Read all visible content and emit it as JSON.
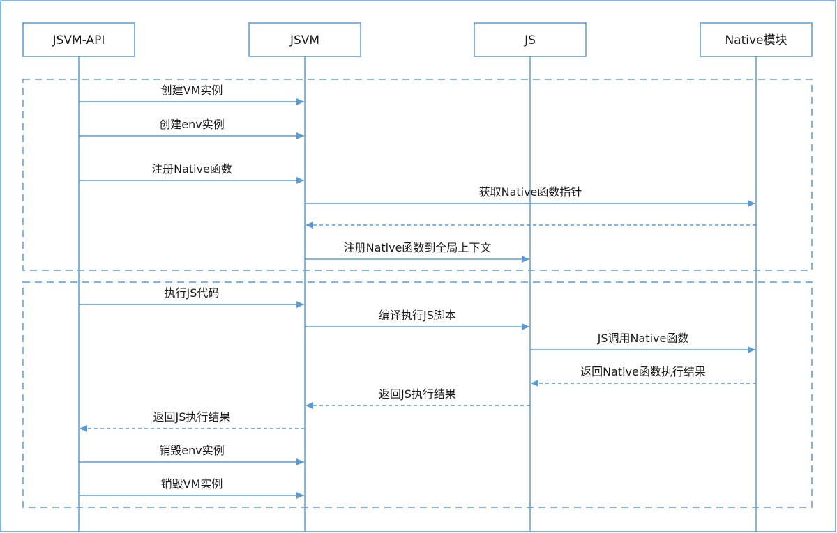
{
  "colors": {
    "line": "#5b9bd5",
    "frame": "#5b9bd5",
    "text": "#1a1a1a",
    "background": "#ffffff"
  },
  "participants": [
    {
      "id": "api",
      "label": "JSVM-API"
    },
    {
      "id": "vm",
      "label": "JSVM"
    },
    {
      "id": "js",
      "label": "JS"
    },
    {
      "id": "native",
      "label": "Native模块"
    }
  ],
  "messages": [
    {
      "from": "api",
      "to": "vm",
      "label": "创建VM实例",
      "style": "solid"
    },
    {
      "from": "api",
      "to": "vm",
      "label": "创建env实例",
      "style": "solid"
    },
    {
      "from": "api",
      "to": "vm",
      "label": "注册Native函数",
      "style": "solid"
    },
    {
      "from": "vm",
      "to": "native",
      "label": "获取Native函数指针",
      "style": "solid"
    },
    {
      "from": "native",
      "to": "vm",
      "label": "",
      "style": "dashed"
    },
    {
      "from": "vm",
      "to": "js",
      "label": "注册Native函数到全局上下文",
      "style": "solid"
    },
    {
      "from": "api",
      "to": "vm",
      "label": "执行JS代码",
      "style": "solid"
    },
    {
      "from": "vm",
      "to": "js",
      "label": "编译执行JS脚本",
      "style": "solid"
    },
    {
      "from": "js",
      "to": "native",
      "label": "JS调用Native函数",
      "style": "solid"
    },
    {
      "from": "native",
      "to": "js",
      "label": "返回Native函数执行结果",
      "style": "dashed"
    },
    {
      "from": "js",
      "to": "vm",
      "label": "返回JS执行结果",
      "style": "dashed"
    },
    {
      "from": "vm",
      "to": "api",
      "label": "返回JS执行结果",
      "style": "dashed"
    },
    {
      "from": "api",
      "to": "vm",
      "label": "销毁env实例",
      "style": "solid"
    },
    {
      "from": "api",
      "to": "vm",
      "label": "销毁VM实例",
      "style": "solid"
    }
  ],
  "groups": [
    {
      "id": "setup-group",
      "first_message": 0,
      "last_message": 5
    },
    {
      "id": "execute-group",
      "first_message": 6,
      "last_message": 13
    }
  ]
}
